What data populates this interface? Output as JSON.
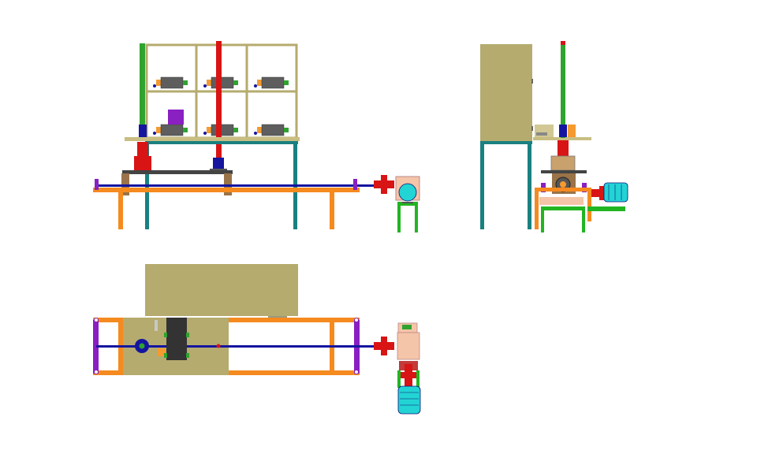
{
  "views": [
    {
      "name": "front-elevation"
    },
    {
      "name": "side-elevation"
    },
    {
      "name": "top-plan"
    }
  ],
  "colors": {
    "background": "#ffffff",
    "tan_panel": "#b5ab6e",
    "frame_teal": "#1a8080",
    "frame_orange": "#f58a1f",
    "shaft_blue": "#1515a0",
    "column_red": "#d81414",
    "column_green": "#2fa32f",
    "leg_green": "#22b522",
    "end_purple": "#8a1fc2",
    "motor_cyan": "#22d4d4",
    "gearbox_peach": "#f4c5a8",
    "roller_gray": "#606060",
    "roller_core_orange": "#f59a30",
    "bracket_brown": "#9a7348",
    "outline": "#222222"
  }
}
